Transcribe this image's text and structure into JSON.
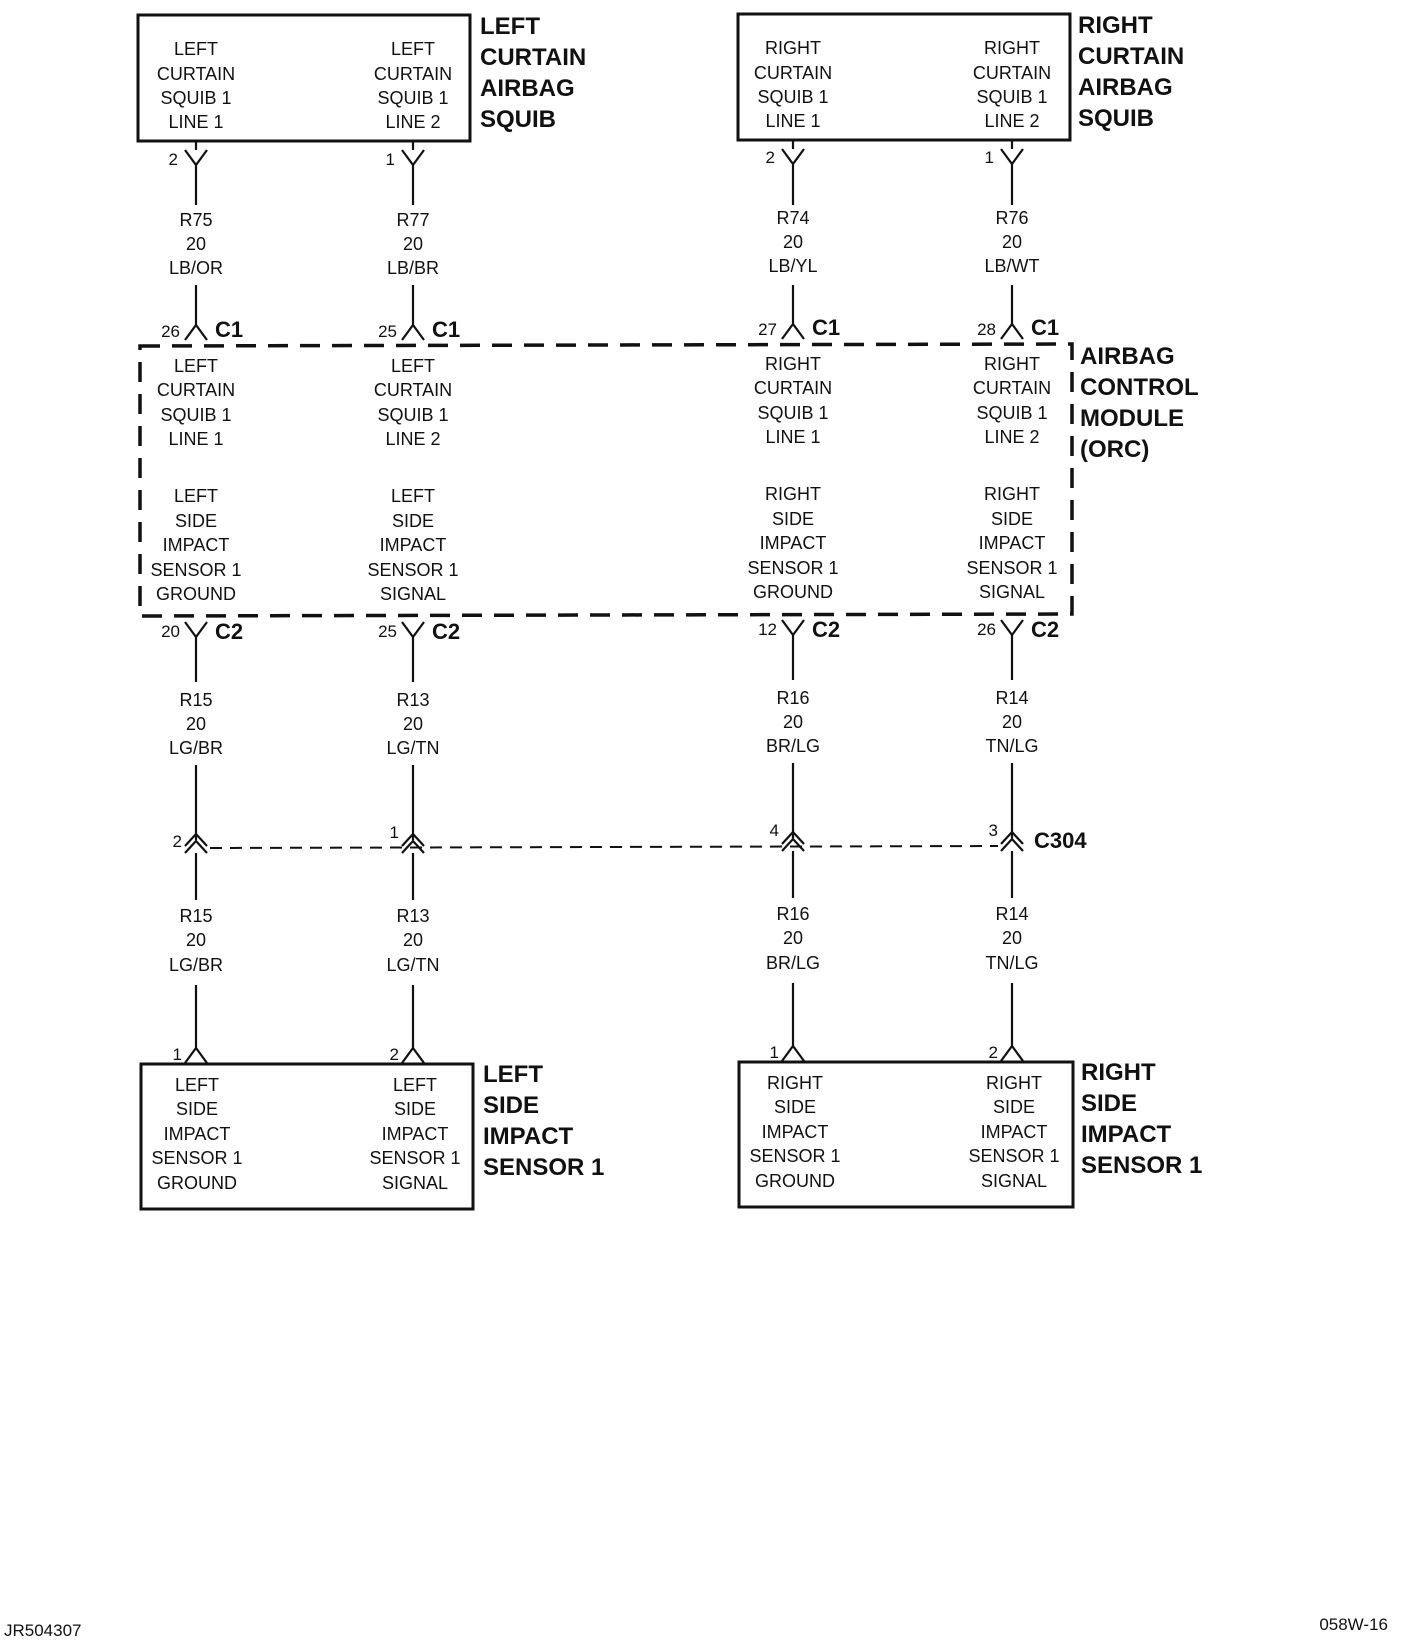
{
  "top_components": [
    {
      "title": [
        "LEFT",
        "CURTAIN",
        "AIRBAG",
        "SQUIB"
      ],
      "pin_labels": [
        [
          "LEFT",
          "CURTAIN",
          "SQUIB 1",
          "LINE 1"
        ],
        [
          "LEFT",
          "CURTAIN",
          "SQUIB 1",
          "LINE 2"
        ]
      ],
      "pins": [
        "2",
        "1"
      ]
    },
    {
      "title": [
        "RIGHT",
        "CURTAIN",
        "AIRBAG",
        "SQUIB"
      ],
      "pin_labels": [
        [
          "RIGHT",
          "CURTAIN",
          "SQUIB 1",
          "LINE 1"
        ],
        [
          "RIGHT",
          "CURTAIN",
          "SQUIB 1",
          "LINE 2"
        ]
      ],
      "pins": [
        "2",
        "1"
      ]
    }
  ],
  "upper_wires": [
    [
      "R75",
      "20",
      "LB/OR"
    ],
    [
      "R77",
      "20",
      "LB/BR"
    ],
    [
      "R74",
      "20",
      "LB/YL"
    ],
    [
      "R76",
      "20",
      "LB/WT"
    ]
  ],
  "module": {
    "title": [
      "AIRBAG",
      "CONTROL",
      "MODULE",
      "(ORC)"
    ],
    "c1_name": "C1",
    "c1_pins": [
      "26",
      "25",
      "27",
      "28"
    ],
    "squib_labels": [
      [
        "LEFT",
        "CURTAIN",
        "SQUIB 1",
        "LINE 1"
      ],
      [
        "LEFT",
        "CURTAIN",
        "SQUIB 1",
        "LINE 2"
      ],
      [
        "RIGHT",
        "CURTAIN",
        "SQUIB 1",
        "LINE 1"
      ],
      [
        "RIGHT",
        "CURTAIN",
        "SQUIB 1",
        "LINE 2"
      ]
    ],
    "sensor_labels": [
      [
        "LEFT",
        "SIDE",
        "IMPACT",
        "SENSOR 1",
        "GROUND"
      ],
      [
        "LEFT",
        "SIDE",
        "IMPACT",
        "SENSOR 1",
        "SIGNAL"
      ],
      [
        "RIGHT",
        "SIDE",
        "IMPACT",
        "SENSOR 1",
        "GROUND"
      ],
      [
        "RIGHT",
        "SIDE",
        "IMPACT",
        "SENSOR 1",
        "SIGNAL"
      ]
    ],
    "c2_name": "C2",
    "c2_pins": [
      "20",
      "25",
      "12",
      "26"
    ]
  },
  "middle_wires": [
    [
      "R15",
      "20",
      "LG/BR"
    ],
    [
      "R13",
      "20",
      "LG/TN"
    ],
    [
      "R16",
      "20",
      "BR/LG"
    ],
    [
      "R14",
      "20",
      "TN/LG"
    ]
  ],
  "inline_connector": {
    "name": "C304",
    "pins": [
      "2",
      "1",
      "4",
      "3"
    ]
  },
  "lower_wires": [
    [
      "R15",
      "20",
      "LG/BR"
    ],
    [
      "R13",
      "20",
      "LG/TN"
    ],
    [
      "R16",
      "20",
      "BR/LG"
    ],
    [
      "R14",
      "20",
      "TN/LG"
    ]
  ],
  "bottom_components": [
    {
      "title": [
        "LEFT",
        "SIDE",
        "IMPACT",
        "SENSOR 1"
      ],
      "pin_labels": [
        [
          "LEFT",
          "SIDE",
          "IMPACT",
          "SENSOR 1",
          "GROUND"
        ],
        [
          "LEFT",
          "SIDE",
          "IMPACT",
          "SENSOR 1",
          "SIGNAL"
        ]
      ],
      "pins": [
        "1",
        "2"
      ]
    },
    {
      "title": [
        "RIGHT",
        "SIDE",
        "IMPACT",
        "SENSOR 1"
      ],
      "pin_labels": [
        [
          "RIGHT",
          "SIDE",
          "IMPACT",
          "SENSOR 1",
          "GROUND"
        ],
        [
          "RIGHT",
          "SIDE",
          "IMPACT",
          "SENSOR 1",
          "SIGNAL"
        ]
      ],
      "pins": [
        "1",
        "2"
      ]
    }
  ],
  "footer": {
    "left": "JR504307",
    "right": "058W-16"
  }
}
